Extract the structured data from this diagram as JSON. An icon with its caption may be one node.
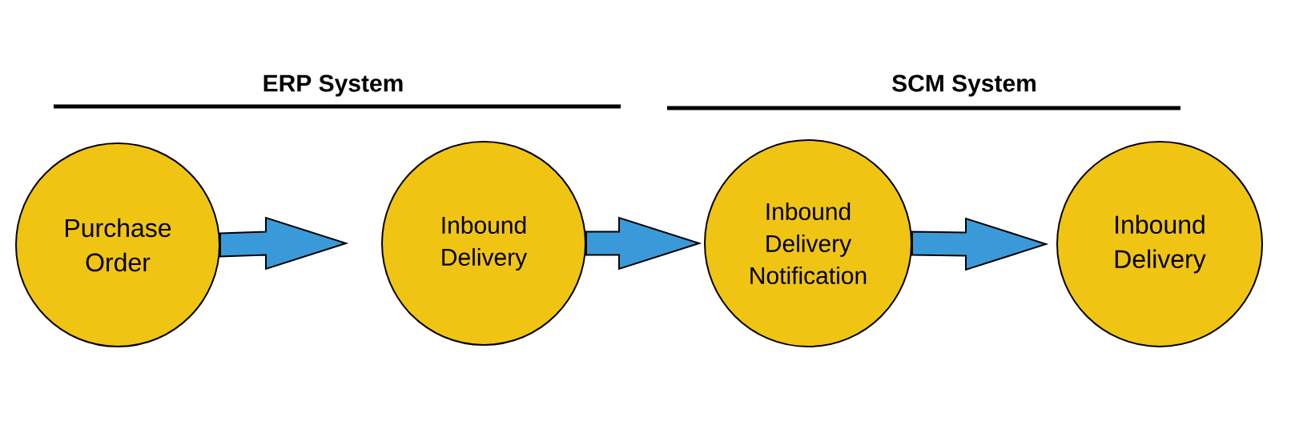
{
  "diagram": {
    "nodes": [
      {
        "text": [
          "Purchase Order"
        ]
      },
      {
        "text": [
          "Inbound Delivery"
        ]
      },
      {
        "text": [
          "Inbound Delivery Notification"
        ]
      },
      {
        "text": [
          "Inbound Delivery"
        ]
      }
    ],
    "edges": [
      {
        "from": 0,
        "to": 1,
        "arrow": "to"
      },
      {
        "from": 1,
        "to": 2,
        "arrow": "to"
      },
      {
        "from": 2,
        "to": 3,
        "arrow": "to"
      }
    ],
    "labels": [
      "ERP System",
      "SCM System"
    ]
  }
}
